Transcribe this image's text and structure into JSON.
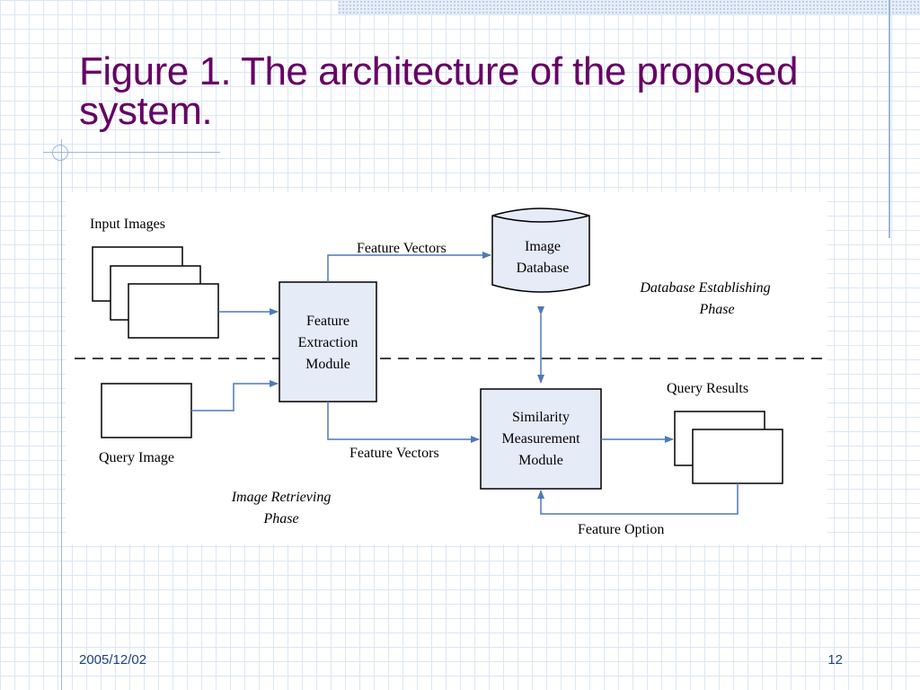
{
  "slide": {
    "title": "Figure 1. The architecture of the proposed system.",
    "footer_date": "2005/12/02",
    "page_number": "12"
  },
  "diagram": {
    "input_images_label": "Input Images",
    "query_image_label": "Query Image",
    "feature_extraction_module": [
      "Feature",
      "Extraction",
      "Module"
    ],
    "image_database": [
      "Image",
      "Database"
    ],
    "similarity_measurement_module": [
      "Similarity",
      "Measurement",
      "Module"
    ],
    "feature_vectors_top": "Feature Vectors",
    "feature_vectors_bottom": "Feature Vectors",
    "query_results_label": "Query Results",
    "feature_option_label": "Feature Option",
    "database_phase": [
      "Database Establishing",
      "Phase"
    ],
    "retrieving_phase": [
      "Image Retrieving",
      "Phase"
    ]
  },
  "colors": {
    "title": "#660066",
    "box_fill": "#e6ebf8",
    "arrow": "#4f79b8",
    "footer": "#1f3f82"
  }
}
